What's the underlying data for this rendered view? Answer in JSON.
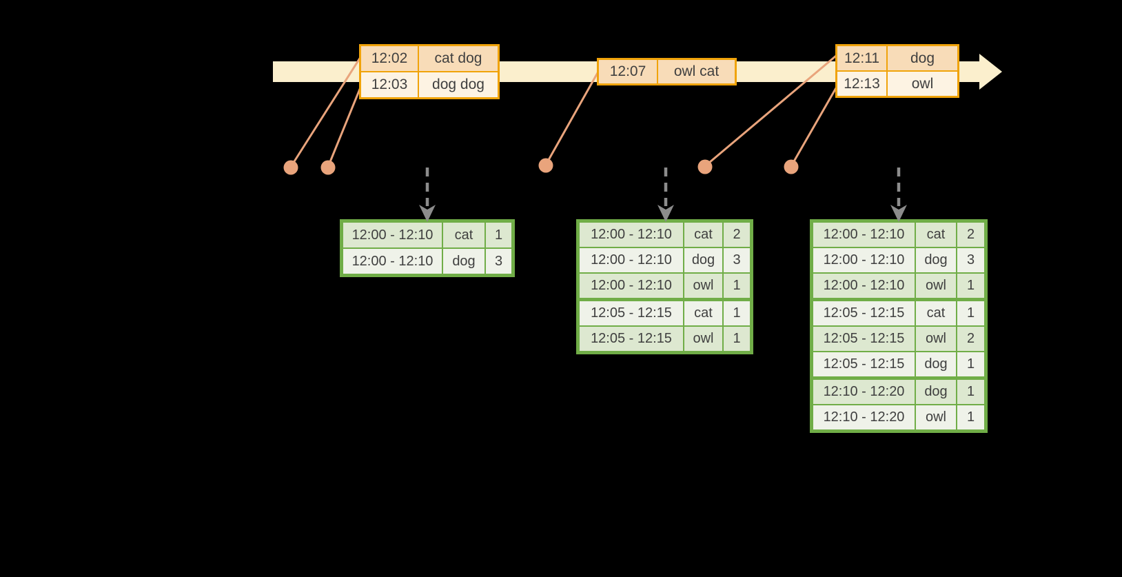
{
  "colors": {
    "background": "#000000",
    "timeline_band": "#FBEFCD",
    "event_border": "#F0A30A",
    "event_row_dark": "#F8DCB8",
    "event_row_light": "#FDF3E3",
    "connector": "#E9A47C",
    "result_border": "#70AD47",
    "result_row_dark": "#DDE8D0",
    "result_row_light": "#EFF2E9",
    "trigger_arrow": "#8C8C8C",
    "text": "#3F3F3F"
  },
  "timeline": {
    "event_groups": [
      {
        "rows": [
          {
            "time": "12:02",
            "words": "cat dog"
          },
          {
            "time": "12:03",
            "words": "dog dog"
          }
        ]
      },
      {
        "rows": [
          {
            "time": "12:07",
            "words": "owl cat"
          }
        ]
      },
      {
        "rows": [
          {
            "time": "12:11",
            "words": "dog"
          },
          {
            "time": "12:13",
            "words": "owl"
          }
        ]
      }
    ]
  },
  "result_tables": [
    {
      "rows": [
        {
          "window": "12:00 - 12:10",
          "word": "cat",
          "count": "1"
        },
        {
          "window": "12:00 - 12:10",
          "word": "dog",
          "count": "3"
        }
      ]
    },
    {
      "rows": [
        {
          "window": "12:00 - 12:10",
          "word": "cat",
          "count": "2"
        },
        {
          "window": "12:00 - 12:10",
          "word": "dog",
          "count": "3"
        },
        {
          "window": "12:00 - 12:10",
          "word": "owl",
          "count": "1"
        },
        {
          "window": "12:05 - 12:15",
          "word": "cat",
          "count": "1"
        },
        {
          "window": "12:05 - 12:15",
          "word": "owl",
          "count": "1"
        }
      ]
    },
    {
      "rows": [
        {
          "window": "12:00 - 12:10",
          "word": "cat",
          "count": "2"
        },
        {
          "window": "12:00 - 12:10",
          "word": "dog",
          "count": "3"
        },
        {
          "window": "12:00 - 12:10",
          "word": "owl",
          "count": "1"
        },
        {
          "window": "12:05 - 12:15",
          "word": "cat",
          "count": "1"
        },
        {
          "window": "12:05 - 12:15",
          "word": "owl",
          "count": "2"
        },
        {
          "window": "12:05 - 12:15",
          "word": "dog",
          "count": "1"
        },
        {
          "window": "12:10 - 12:20",
          "word": "dog",
          "count": "1"
        },
        {
          "window": "12:10 - 12:20",
          "word": "owl",
          "count": "1"
        }
      ]
    }
  ]
}
